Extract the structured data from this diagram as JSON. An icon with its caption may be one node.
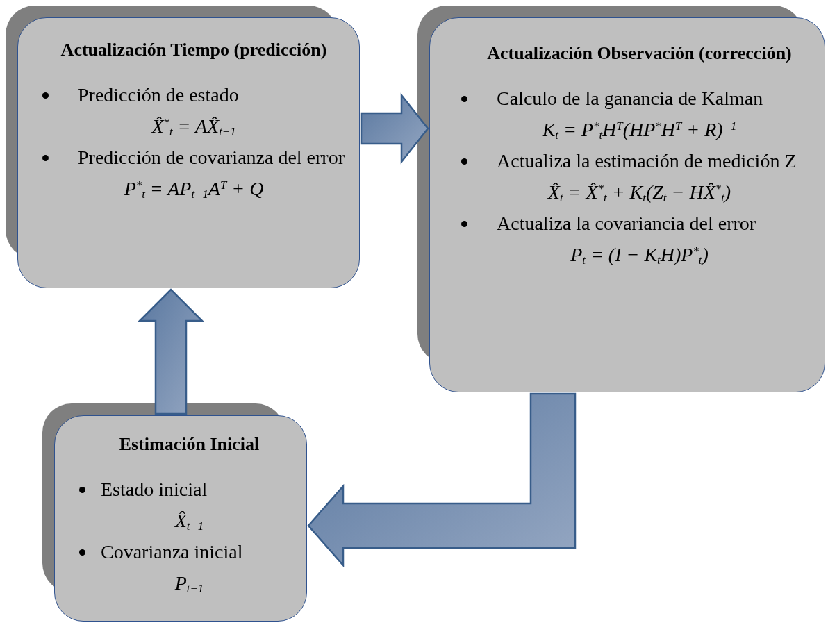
{
  "diagram": {
    "nodes": [
      {
        "text": [
          "Actualización Tiempo (predicción)",
          "Predicción de estado",
          "X̂$^{*}$$_{t}$ = AX̂$_{t−1}$",
          "Predicción de covarianza del error",
          "P$^{*}$$_{t}$ = AP$_{t−1}$A$^{T}$ + Q"
        ]
      },
      {
        "text": [
          "Actualización Observación (corrección)",
          "Calculo de la ganancia de Kalman",
          "K$_{t}$ = P$^{*}$$_{t}$H$^{T}$(HP$^{*}$H$^{T}$ + R)$^{−1}$",
          "Actualiza la estimación de medición Z",
          "X̂$_{t}$ = X̂$^{*}$$_{t}$ + K$_{t}$(Z$_{t}$ − HX̂$^{*}$$_{t}$)",
          "Actualiza la covariancia del error",
          "P$_{t}$ = (I − K$_{t}$H)P$^{*}$$_{t}$)"
        ]
      },
      {
        "text": [
          "Estimación Inicial",
          "Estado inicial",
          "X̂$_{t−1}$",
          "Covarianza inicial",
          "P$_{t−1}$"
        ]
      }
    ],
    "edges": [
      {
        "from": 0,
        "to": 1,
        "arrow": "to",
        "style": "thick"
      },
      {
        "from": 1,
        "to": 2,
        "arrow": "to",
        "style": "thick"
      },
      {
        "from": 2,
        "to": 0,
        "arrow": "to",
        "style": "thick"
      }
    ]
  }
}
